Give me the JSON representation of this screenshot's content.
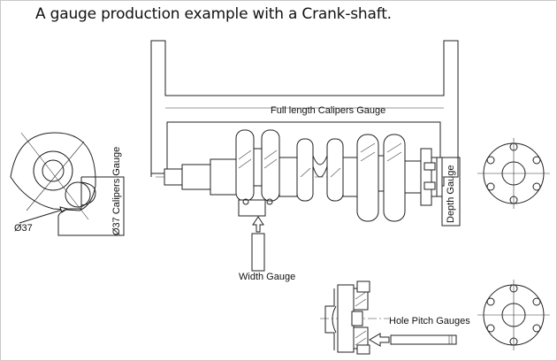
{
  "title": "A gauge production example with a Crank-shaft.",
  "labels": {
    "full_length": "Full length  Calipers Gauge",
    "calipers37": "Ø37 Calipers Gauge",
    "dia37": "Ø37",
    "width": "Width Gauge",
    "depth": "Depth Gauge",
    "hole_pitch": "Hole Pitch Gauges"
  }
}
